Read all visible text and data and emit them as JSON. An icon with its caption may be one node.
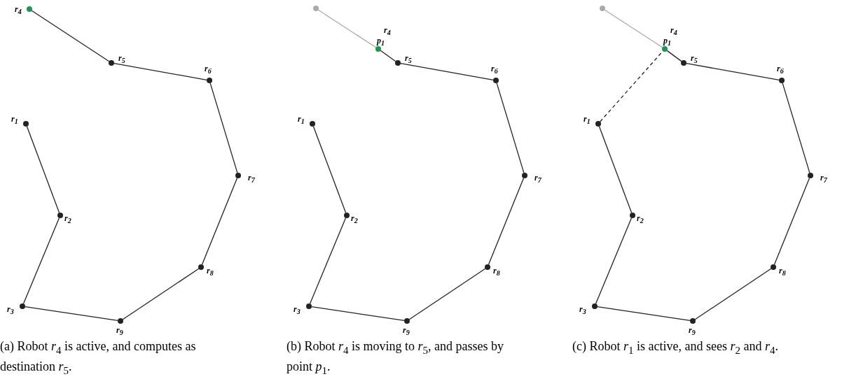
{
  "diagram": {
    "nodes": [
      {
        "text": [],
        "shape": "circle",
        "beside": [
          "r$_{4}$"
        ]
      },
      {
        "text": [],
        "shape": "circle",
        "beside": [
          "r$_{5}$"
        ]
      },
      {
        "text": [],
        "shape": "circle",
        "beside": [
          "r$_{6}$"
        ]
      },
      {
        "text": [],
        "shape": "circle",
        "beside": [
          "r$_{1}$"
        ]
      },
      {
        "text": [],
        "shape": "circle",
        "beside": [
          "r$_{7}$"
        ]
      },
      {
        "text": [],
        "shape": "circle",
        "beside": [
          "r$_{2}$"
        ]
      },
      {
        "text": [],
        "shape": "circle",
        "beside": [
          "r$_{8}$"
        ]
      },
      {
        "text": [],
        "shape": "circle",
        "beside": [
          "r$_{3}$"
        ]
      },
      {
        "text": [],
        "shape": "circle",
        "beside": [
          "r$_{9}$"
        ]
      },
      {
        "text": [],
        "shape": "circle"
      },
      {
        "text": [],
        "shape": "circle",
        "beside": [
          "r$_{4}$",
          "p$_{1}$"
        ]
      },
      {
        "text": [],
        "shape": "circle",
        "beside": [
          "r$_{5}$"
        ]
      },
      {
        "text": [],
        "shape": "circle",
        "beside": [
          "r$_{6}$"
        ]
      },
      {
        "text": [],
        "shape": "circle",
        "beside": [
          "r$_{1}$"
        ]
      },
      {
        "text": [],
        "shape": "circle",
        "beside": [
          "r$_{7}$"
        ]
      },
      {
        "text": [],
        "shape": "circle",
        "beside": [
          "r$_{2}$"
        ]
      },
      {
        "text": [],
        "shape": "circle",
        "beside": [
          "r$_{8}$"
        ]
      },
      {
        "text": [],
        "shape": "circle",
        "beside": [
          "r$_{3}$"
        ]
      },
      {
        "text": [],
        "shape": "circle",
        "beside": [
          "r$_{9}$"
        ]
      },
      {
        "text": [],
        "shape": "circle"
      },
      {
        "text": [],
        "shape": "circle",
        "beside": [
          "r$_{4}$",
          "p$_{1}$"
        ]
      },
      {
        "text": [],
        "shape": "circle",
        "beside": [
          "r$_{5}$"
        ]
      },
      {
        "text": [],
        "shape": "circle",
        "beside": [
          "r$_{6}$"
        ]
      },
      {
        "text": [],
        "shape": "circle",
        "beside": [
          "r$_{1}$"
        ]
      },
      {
        "text": [],
        "shape": "circle",
        "beside": [
          "r$_{7}$"
        ]
      },
      {
        "text": [],
        "shape": "circle",
        "beside": [
          "r$_{2}$"
        ]
      },
      {
        "text": [],
        "shape": "circle",
        "beside": [
          "r$_{8}$"
        ]
      },
      {
        "text": [],
        "shape": "circle",
        "beside": [
          "r$_{3}$"
        ]
      },
      {
        "text": [],
        "shape": "circle",
        "beside": [
          "r$_{9}$"
        ]
      }
    ],
    "edges": [
      {
        "from": 0,
        "to": 1,
        "arrow": "none"
      },
      {
        "from": 1,
        "to": 2,
        "arrow": "none"
      },
      {
        "from": 2,
        "to": 4,
        "arrow": "none"
      },
      {
        "from": 4,
        "to": 6,
        "arrow": "none"
      },
      {
        "from": 6,
        "to": 8,
        "arrow": "none"
      },
      {
        "from": 8,
        "to": 7,
        "arrow": "none"
      },
      {
        "from": 7,
        "to": 5,
        "arrow": "none"
      },
      {
        "from": 5,
        "to": 3,
        "arrow": "none"
      },
      {
        "from": 9,
        "to": 10,
        "arrow": "none",
        "color": "#aaaaaa"
      },
      {
        "from": 10,
        "to": 11,
        "arrow": "none"
      },
      {
        "from": 11,
        "to": 12,
        "arrow": "none"
      },
      {
        "from": 12,
        "to": 14,
        "arrow": "none"
      },
      {
        "from": 14,
        "to": 16,
        "arrow": "none"
      },
      {
        "from": 16,
        "to": 18,
        "arrow": "none"
      },
      {
        "from": 18,
        "to": 17,
        "arrow": "none"
      },
      {
        "from": 17,
        "to": 15,
        "arrow": "none"
      },
      {
        "from": 15,
        "to": 13,
        "arrow": "none"
      },
      {
        "from": 19,
        "to": 20,
        "arrow": "none",
        "color": "#aaaaaa"
      },
      {
        "from": 20,
        "to": 21,
        "arrow": "none"
      },
      {
        "from": 21,
        "to": 22,
        "arrow": "none"
      },
      {
        "from": 22,
        "to": 24,
        "arrow": "none"
      },
      {
        "from": 24,
        "to": 26,
        "arrow": "none"
      },
      {
        "from": 26,
        "to": 28,
        "arrow": "none"
      },
      {
        "from": 28,
        "to": 27,
        "arrow": "none"
      },
      {
        "from": 27,
        "to": 25,
        "arrow": "none"
      },
      {
        "from": 25,
        "to": 23,
        "arrow": "none"
      },
      {
        "from": 23,
        "to": 20,
        "arrow": "none",
        "style": "dashed"
      }
    ],
    "labels": [
      "(a) Robot *r*$_{4}$ is active, and computes as destination *r*$_{5}$.",
      "(b) Robot *r*$_{4}$ is moving to *r*$_{5}$, and passes by point *p*$_{1}$.",
      "(c) Robot *r*$_{1}$ is active, and sees *r*$_{2}$ and *r*$_{4}$."
    ]
  }
}
